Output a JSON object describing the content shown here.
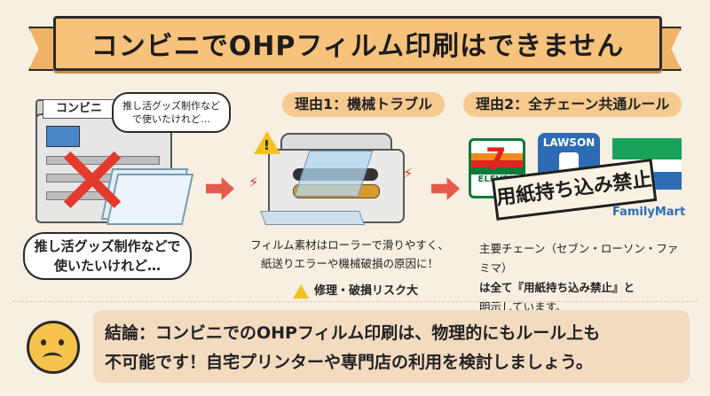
{
  "title": "コンビニでOHPフィルム印刷はできません",
  "left": {
    "printer_label": "コンビニ",
    "bubble_small": "推し活グッズ制作など で使いたけれど…",
    "bubble_large": "推し活グッズ制作などで 使いたいけれど…"
  },
  "middle": {
    "pill": "理由1：機械トラブル",
    "text": "フィルム素材はローラーで滑りやすく、 紙送りエラーや機械破損の原因に！",
    "risk": "修理・破損リスク大"
  },
  "right": {
    "pill": "理由2：全チェーン共通ルール",
    "sign": "用紙持ち込み禁止",
    "seven_eleven": "ELEVEN",
    "lawson": "LAWSON",
    "familymart": "FamilyMart",
    "text_line1": "主要チェーン（セブン・ローソン・ファミマ）",
    "text_line2": "は全て『用紙持ち込み禁止』と",
    "text_line3": "明示しています。"
  },
  "conclusion": {
    "line1": "結論：コンビニでのOHPフィルム印刷は、物理的にもルール上も",
    "line2": "不可能です！自宅プリンターや専門店の利用を検討しましょう。"
  },
  "colors": {
    "banner": "#f7c27c",
    "arrow": "#e55a49",
    "pill": "#f6c98f",
    "conclusion_bg": "#f3dbc0"
  }
}
